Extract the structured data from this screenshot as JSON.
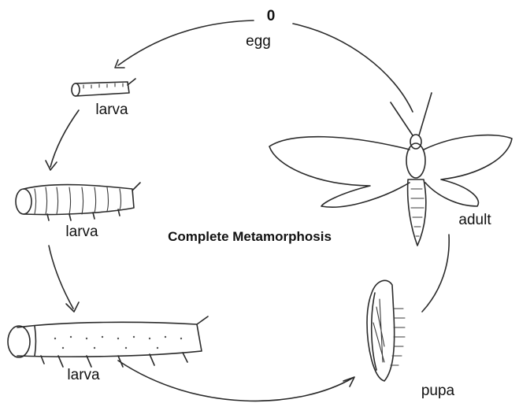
{
  "title": "Complete Metamorphosis",
  "stages": {
    "egg": "egg",
    "larva_1": "larva",
    "larva_2": "larva",
    "larva_3": "larva",
    "pupa": "pupa",
    "adult": "adult"
  },
  "egg_glyph": "0"
}
